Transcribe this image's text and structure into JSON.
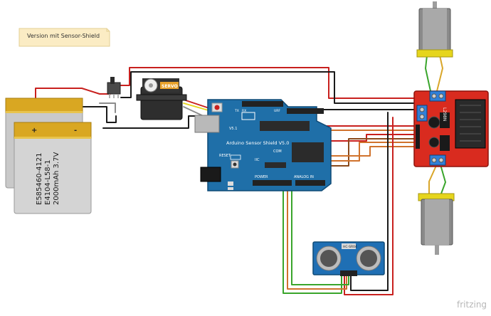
{
  "note": {
    "text": "Version mit Sensor-Shield"
  },
  "battery": {
    "label_lines": [
      "E585460-4121",
      "E4104-L58-1",
      "2000mAh 3.7V"
    ],
    "plus": "+",
    "minus": "-"
  },
  "servo": {
    "label": "SERVO"
  },
  "shield": {
    "title": "Arduino Sensor Shield V5.0",
    "version": "V5.1",
    "reset": "RESET",
    "power": "POWER",
    "analog_in": "ANALOG IN",
    "com": "COM",
    "iic": "IIC",
    "tx": "TX",
    "rx": "RX",
    "urf": "URF"
  },
  "ultrasonic": {
    "label": "HC-SR04"
  },
  "driver": {
    "label": "L298N"
  },
  "watermark": {
    "text": "fritzing"
  },
  "colors": {
    "wire_red": "#c8201e",
    "wire_black": "#1a1a1a",
    "wire_orange": "#d0722c",
    "wire_brown": "#8a4a1c",
    "wire_green": "#3aa52c",
    "wire_yellow": "#e6d51c",
    "wire_gray": "#8c8c8c",
    "shield_blue": "#1f6fa8",
    "driver_red": "#d92b1f"
  }
}
